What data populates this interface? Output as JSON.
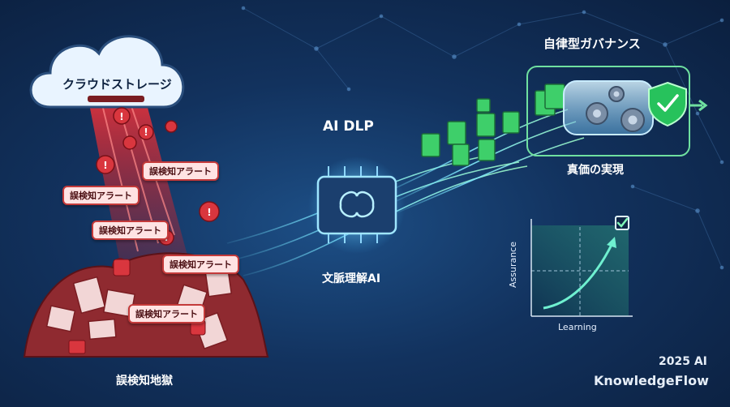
{
  "labels": {
    "cloud": "クラウドストレージ",
    "alert": "誤検知アラート",
    "false_positive_hell": "誤検知地獄",
    "ai_dlp": "AI DLP",
    "context_ai": "文脈理解AI",
    "autonomous_governance": "自律型ガバナンス",
    "true_value": "真価の実現",
    "y_axis": "Assurance",
    "x_axis": "Learning",
    "brand_year": "2025 AI",
    "brand_name": "KnowledgeFlow"
  },
  "colors": {
    "alert_red": "#d9363e",
    "flow_cyan": "#6fe3ff",
    "doc_green": "#3ecf6a",
    "shield_green": "#27c25c"
  },
  "icons": [
    "cloud-icon",
    "alert-badge-icon",
    "chip-brain-icon",
    "document-icon",
    "gear-icon",
    "shield-check-icon",
    "checkbox-icon"
  ]
}
